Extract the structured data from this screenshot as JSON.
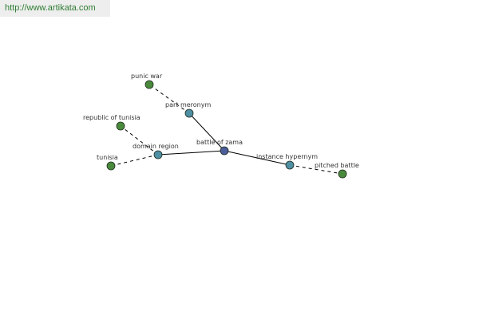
{
  "header": {
    "url": "http://www.artikata.com"
  },
  "colors": {
    "center_node": "#4b5d9a",
    "relation_node": "#4f8fa3",
    "leaf_node": "#4a8a3c",
    "node_stroke": "#1e2a1e"
  },
  "graph": {
    "center": {
      "label": "battle of zama"
    },
    "relations": [
      {
        "id": "part_meronym",
        "label": "part meronym"
      },
      {
        "id": "domain_region",
        "label": "domain region"
      },
      {
        "id": "instance_hypernym",
        "label": "instance hypernym"
      }
    ],
    "leaves": [
      {
        "id": "punic_war",
        "label": "punic war",
        "relation": "part_meronym"
      },
      {
        "id": "republic_of_tunisia",
        "label": "republic of tunisia",
        "relation": "domain_region"
      },
      {
        "id": "tunisia",
        "label": "tunisia",
        "relation": "domain_region"
      },
      {
        "id": "pitched_battle",
        "label": "pitched battle",
        "relation": "instance_hypernym"
      }
    ]
  }
}
